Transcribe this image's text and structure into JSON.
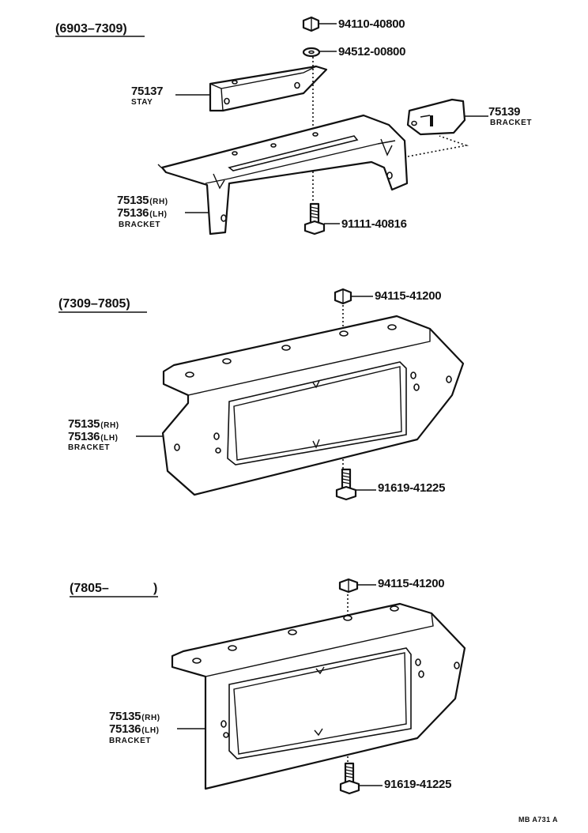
{
  "sections": [
    {
      "heading": "(6903–7309)",
      "labels": {
        "nut": "94110-40800",
        "washer": "94512-00800",
        "stay_num": "75137",
        "stay_word": "STAY",
        "side_num": "75139",
        "side_word": "BRACKET",
        "rh": "75135",
        "rh_tag": "(RH)",
        "lh": "75136",
        "lh_tag": "(LH)",
        "bracket_word": "BRACKET",
        "bolt": "91111-40816"
      }
    },
    {
      "heading": "(7309–7805)",
      "labels": {
        "nut": "94115-41200",
        "rh": "75135",
        "rh_tag": "(RH)",
        "lh": "75136",
        "lh_tag": "(LH)",
        "bracket_word": "BRACKET",
        "bolt": "91619-41225"
      }
    },
    {
      "heading": "(7805–",
      "heading_close": ")",
      "labels": {
        "nut": "94115-41200",
        "rh": "75135",
        "rh_tag": "(RH)",
        "lh": "75136",
        "lh_tag": "(LH)",
        "bracket_word": "BRACKET",
        "bolt": "91619-41225"
      }
    }
  ],
  "footer_code": "MB A731 A"
}
